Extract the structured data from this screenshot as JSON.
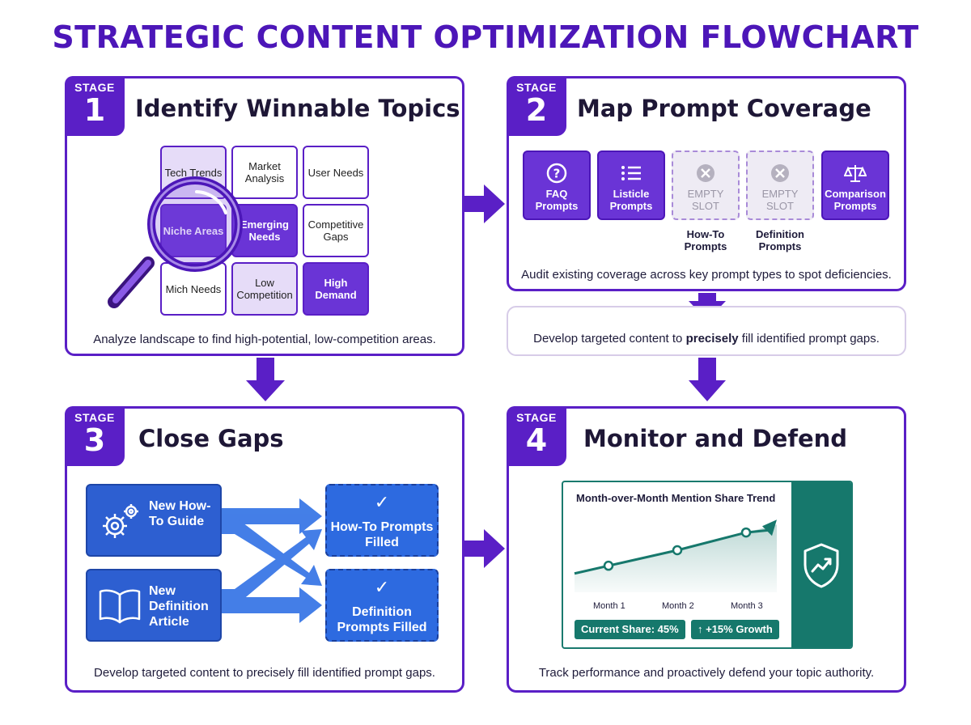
{
  "title": "STRATEGIC CONTENT OPTIMIZATION FLOWCHART",
  "stage_label": "STAGE",
  "stage1": {
    "number": "1",
    "title": "Identify Winnable Topics",
    "cells": [
      {
        "text": "Tech Trends",
        "style": "light"
      },
      {
        "text": "Market Analysis",
        "style": "plain"
      },
      {
        "text": "User Needs",
        "style": "plain"
      },
      {
        "text": "Niche Areas",
        "style": "dark"
      },
      {
        "text": "Emerging Needs",
        "style": "dark"
      },
      {
        "text": "Competitive Gaps",
        "style": "plain"
      },
      {
        "text": "Mich Needs",
        "style": "plain"
      },
      {
        "text": "Low Competition",
        "style": "light"
      },
      {
        "text": "High Demand",
        "style": "dark"
      }
    ],
    "caption": "Analyze landscape to find high-potential, low-competition areas."
  },
  "stage2": {
    "number": "2",
    "title": "Map Prompt Coverage",
    "tiles": [
      {
        "text": "FAQ Prompts",
        "state": "filled",
        "icon": "question-circle-icon"
      },
      {
        "text": "Listicle Prompts",
        "state": "filled",
        "icon": "list-icon"
      },
      {
        "text": "EMPTY SLOT",
        "state": "empty",
        "icon": "x-circle-icon",
        "sublabel": "How-To Prompts"
      },
      {
        "text": "EMPTY SLOT",
        "state": "empty",
        "icon": "x-circle-icon",
        "sublabel": "Definition Prompts"
      },
      {
        "text": "Comparison Prompts",
        "state": "filled",
        "icon": "scale-icon"
      }
    ],
    "caption": "Audit existing coverage across key prompt types to spot deficiencies."
  },
  "bridge": {
    "caption_pre": "Develop targeted content to ",
    "caption_bold": "precisely",
    "caption_post": " fill identified prompt gaps."
  },
  "stage3": {
    "number": "3",
    "title": "Close Gaps",
    "sources": [
      {
        "text": "New How-To Guide",
        "icon": "gears-icon"
      },
      {
        "text": "New Definition Article",
        "icon": "book-icon"
      }
    ],
    "targets": [
      {
        "text": "How-To Prompts Filled",
        "icon": "check-icon"
      },
      {
        "text": "Definition Prompts Filled",
        "icon": "check-icon"
      }
    ],
    "caption": "Develop targeted content to precisely fill identified prompt gaps."
  },
  "stage4": {
    "number": "4",
    "title": "Monitor and Defend",
    "caption": "Track performance and proactively defend your topic authority.",
    "pill_share": "Current Share: 45%",
    "pill_growth": "↑ +15% Growth",
    "shield_icon": "shield-trend-icon"
  },
  "chart_data": {
    "type": "line",
    "title": "Month-over-Month Mention Share Trend",
    "categories": [
      "Month 1",
      "Month 2",
      "Month 3"
    ],
    "series": [
      {
        "values": [
          30,
          37,
          45
        ]
      }
    ],
    "ylim": [
      18,
      56
    ],
    "color": "#16786c",
    "grid": false
  },
  "colors": {
    "purple": "#5a1fc6",
    "blue": "#2d5fd1",
    "teal": "#16786c"
  }
}
